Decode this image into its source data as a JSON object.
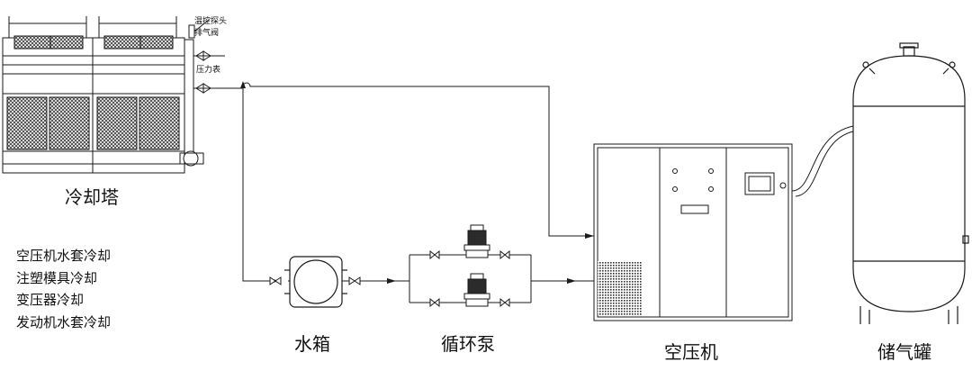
{
  "labels": {
    "cooling_tower": "冷却塔",
    "water_tank": "水箱",
    "circulation_pump": "循环泵",
    "air_compressor": "空压机",
    "air_tank": "储气罐",
    "temp_probe": "温控探头",
    "exhaust_valve": "排气阀",
    "pressure_gauge": "压力表"
  },
  "applications": [
    "空压机水套冷却",
    "注塑模具冷却",
    "变压器冷却",
    "发动机水套冷却"
  ],
  "colors": {
    "line": "#1a1a1a",
    "fill_dark": "#2b2b2b",
    "background": "#ffffff"
  }
}
